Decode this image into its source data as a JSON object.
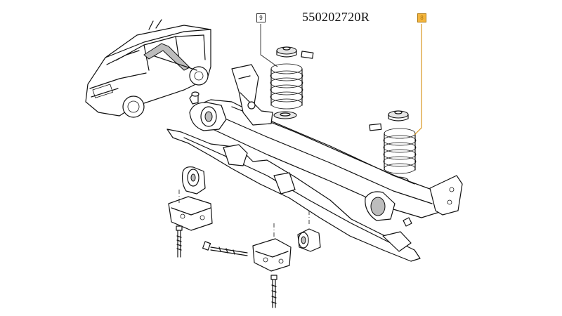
{
  "title": "550202720R",
  "callouts": [
    {
      "id": "9",
      "label": "9",
      "highlight": false
    },
    {
      "id": "8",
      "label": "8",
      "highlight": true
    }
  ],
  "colors": {
    "highlight": "#f3b43c",
    "line": "#111111",
    "background": "#ffffff"
  }
}
